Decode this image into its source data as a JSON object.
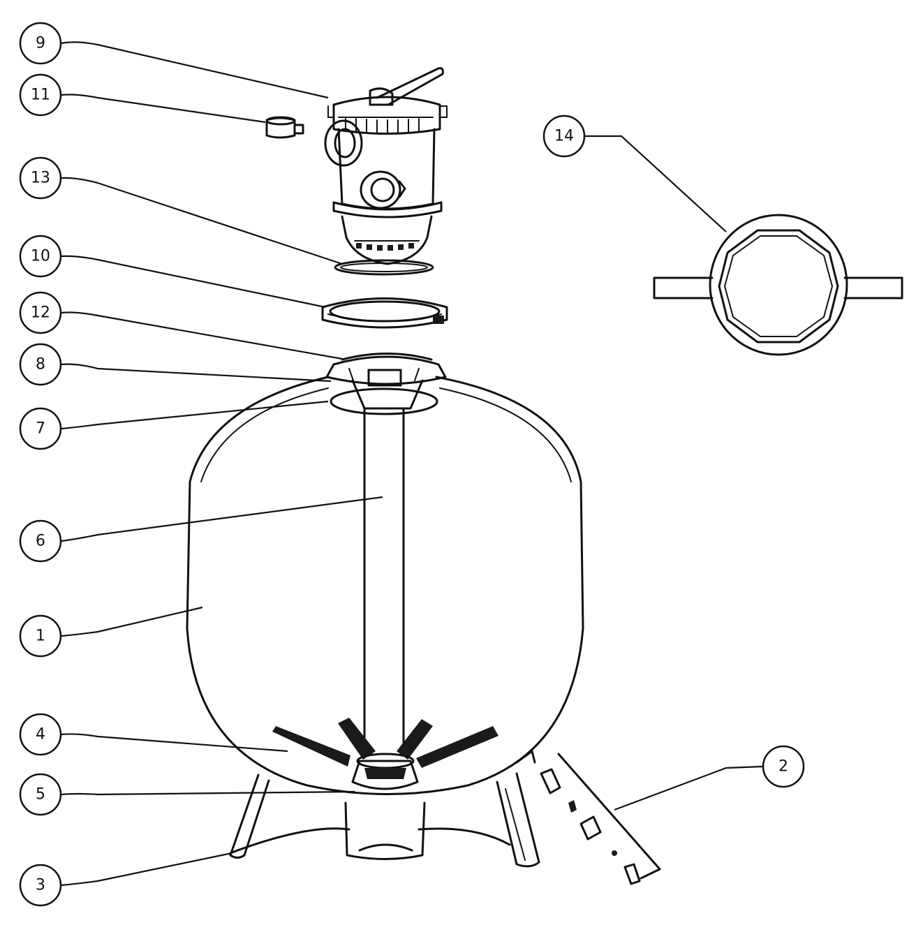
{
  "callouts": [
    {
      "id": "9",
      "label": "9"
    },
    {
      "id": "11",
      "label": "11"
    },
    {
      "id": "13",
      "label": "13"
    },
    {
      "id": "10",
      "label": "10"
    },
    {
      "id": "12",
      "label": "12"
    },
    {
      "id": "8",
      "label": "8"
    },
    {
      "id": "7",
      "label": "7"
    },
    {
      "id": "6",
      "label": "6"
    },
    {
      "id": "1",
      "label": "1"
    },
    {
      "id": "4",
      "label": "4"
    },
    {
      "id": "5",
      "label": "5"
    },
    {
      "id": "3",
      "label": "3"
    },
    {
      "id": "14",
      "label": "14"
    },
    {
      "id": "2",
      "label": "2"
    }
  ],
  "colors": {
    "ink": "#111111",
    "paper": "#ffffff"
  }
}
